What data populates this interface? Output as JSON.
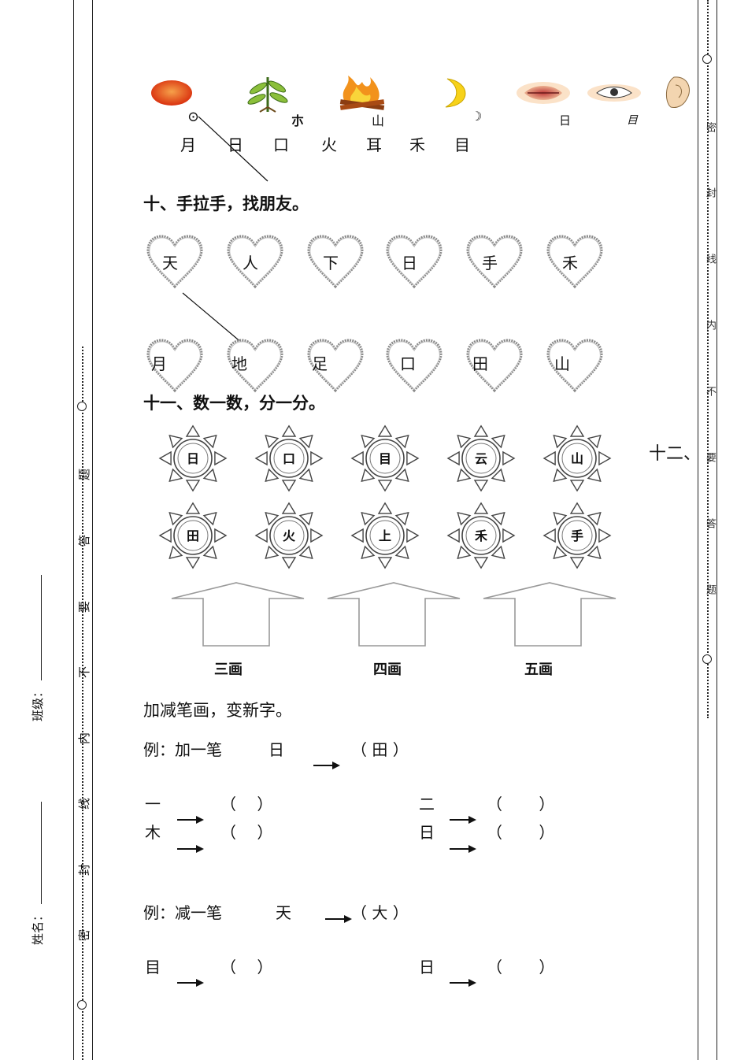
{
  "margin": {
    "name_label": "姓名：",
    "class_label": "班级：",
    "left_seal": [
      "密",
      "封",
      "线",
      "内",
      "不",
      "要",
      "答",
      "题"
    ],
    "right_seal": [
      "密",
      "封",
      "线",
      "内",
      "不",
      "要",
      "答",
      "题"
    ]
  },
  "match_pictures": {
    "images": [
      "sun-picture",
      "grain-plant-picture",
      "fire-picture",
      "moon-picture",
      "mouth-picture",
      "eye-picture",
      "ear-picture"
    ],
    "ancient_glyphs": [
      "⊙",
      "朩",
      "山",
      "☽",
      "日",
      "目"
    ],
    "characters": [
      "月",
      "日",
      "口",
      "火",
      "耳",
      "禾",
      "目"
    ]
  },
  "section10": {
    "title": "十、手拉手，找朋友。",
    "top_hearts": [
      "天",
      "人",
      "下",
      "日",
      "手",
      "禾"
    ],
    "bottom_hearts": [
      "月",
      "地",
      "足",
      "口",
      "田",
      "山"
    ]
  },
  "section11": {
    "title": "十一、数一数，分一分。",
    "suns_row1": [
      "日",
      "口",
      "目",
      "云",
      "山"
    ],
    "suns_row2": [
      "田",
      "火",
      "上",
      "禾",
      "手"
    ],
    "categories": [
      "三画",
      "四画",
      "五画"
    ]
  },
  "section12_stub": "十二、",
  "add_remove": {
    "title": "加减笔画，变新字。",
    "add_example": {
      "label": "例：加一笔",
      "char": "日",
      "answer": "（ 田 ）"
    },
    "add_items": [
      {
        "char": "一",
        "blank": "（　 ）"
      },
      {
        "char": "木",
        "blank": "（　 ）"
      },
      {
        "char": "二",
        "blank": "（　　 ）"
      },
      {
        "char": "日",
        "blank": "（　　 ）"
      }
    ],
    "remove_example": {
      "label": "例：减一笔",
      "char": "天",
      "answer": "（ 大 ）"
    },
    "remove_items": [
      {
        "char": "目",
        "blank": "（　 ）"
      },
      {
        "char": "日",
        "blank": "（　　 ）"
      }
    ]
  },
  "colors": {
    "ink": "#111111",
    "heart_stroke": "#888888",
    "sun_stroke": "#444444"
  }
}
